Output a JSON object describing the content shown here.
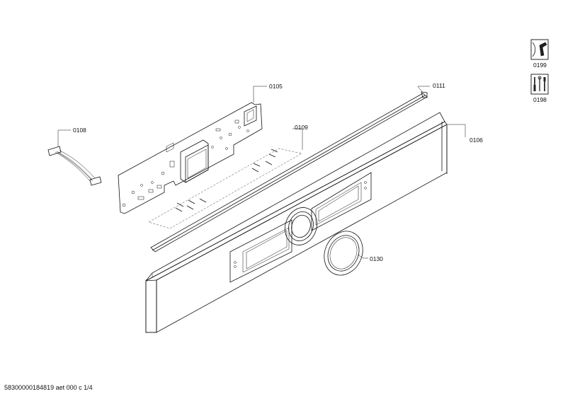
{
  "labels": {
    "p0105": "0105",
    "p0108": "0108",
    "p0109": "0109",
    "p0111": "0111",
    "p0106": "0106",
    "p0130": "0130",
    "p0199": "0199",
    "p0198": "0198"
  },
  "icons": {
    "service_manual": "wrench-book-icon",
    "tools": "tools-icon"
  },
  "footer": {
    "doc_id": "58300000184819 aet 000 c 1/4"
  }
}
